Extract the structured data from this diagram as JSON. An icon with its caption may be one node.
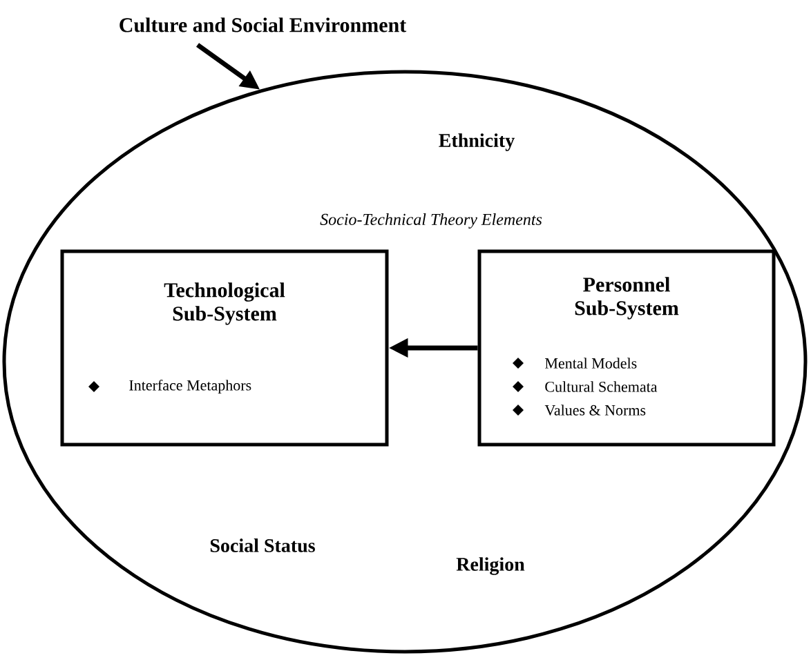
{
  "diagram": {
    "nodes": [
      {
        "text": [
          "Culture and Social Environment"
        ]
      },
      {
        "text": [
          "Ethnicity",
          "Socio-Technical Theory Elements",
          "Social Status",
          "Religion"
        ]
      },
      {
        "text": [
          "Technological Sub-System",
          "Interface Metaphors"
        ],
        "in": 1
      },
      {
        "text": [
          "Personnel Sub-System",
          "Mental Models",
          "Cultural Schemata",
          "Values & Norms"
        ],
        "in": 1
      }
    ],
    "edges": [
      {
        "from": 0,
        "to": 1,
        "arrow": "to"
      },
      {
        "from": 3,
        "to": 2,
        "arrow": "to"
      }
    ]
  }
}
